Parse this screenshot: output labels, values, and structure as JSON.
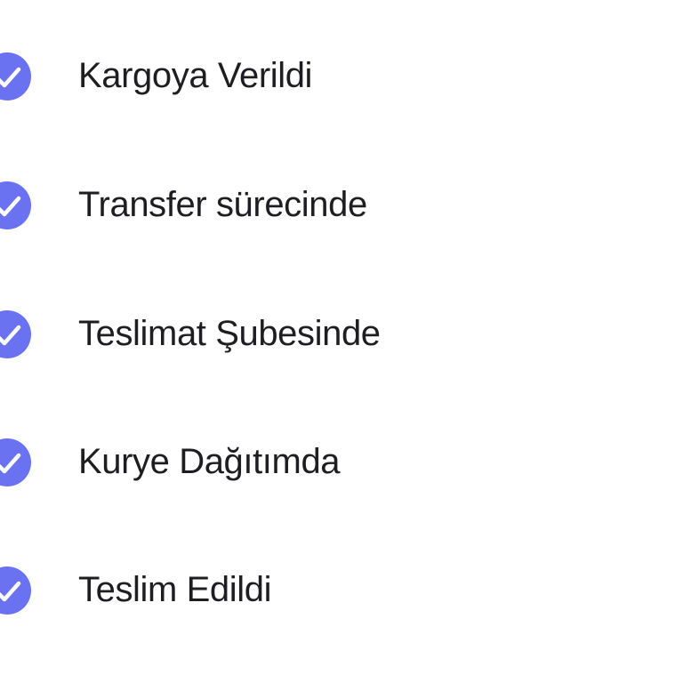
{
  "accent_color": "#6a72f2",
  "check_color": "#ffffff",
  "text_color": "#1e1e22",
  "icon": "check-circle-icon",
  "steps": [
    {
      "label": "Kargoya Verildi",
      "completed": true
    },
    {
      "label": "Transfer sürecinde",
      "completed": true
    },
    {
      "label": "Teslimat Şubesinde",
      "completed": true
    },
    {
      "label": "Kurye Dağıtımda",
      "completed": true
    },
    {
      "label": "Teslim Edildi",
      "completed": true
    }
  ]
}
